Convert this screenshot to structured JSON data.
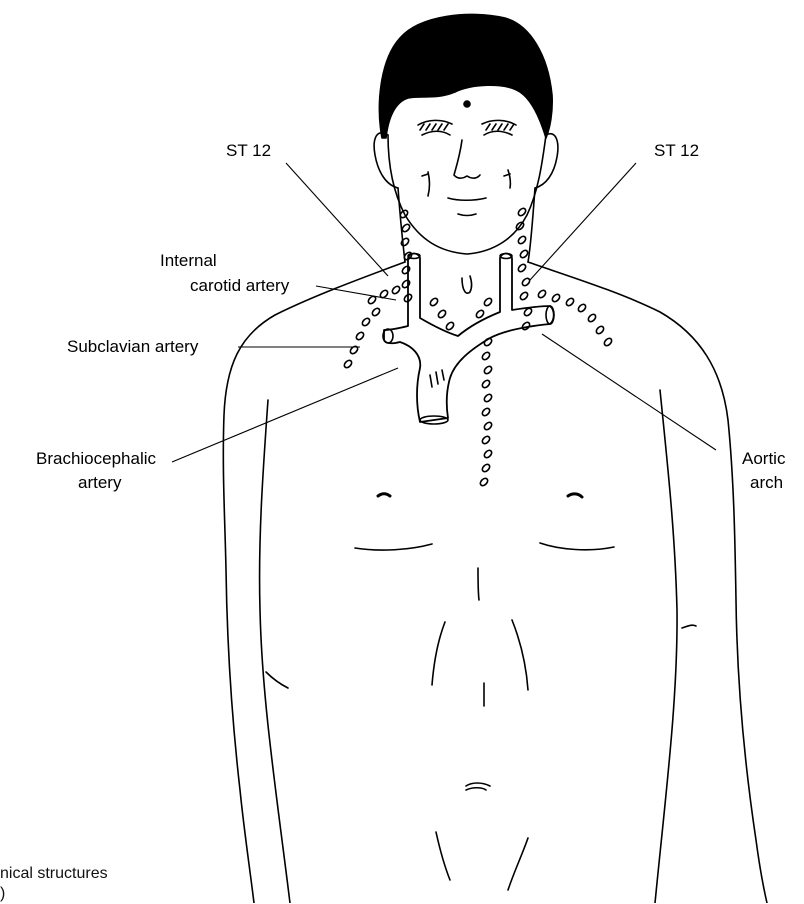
{
  "labels": {
    "st12_left": "ST 12",
    "st12_right": "ST 12",
    "internal_carotid_line1": "Internal",
    "internal_carotid_line2": "carotid artery",
    "subclavian": "Subclavian artery",
    "brachiocephalic_line1": "Brachiocephalic",
    "brachiocephalic_line2": "artery",
    "aortic_line1": "Aortic",
    "aortic_line2": "arch"
  },
  "caption": {
    "line1": "nical structures",
    "line2": ")"
  },
  "colors": {
    "ink": "#000000",
    "background": "#ffffff"
  }
}
